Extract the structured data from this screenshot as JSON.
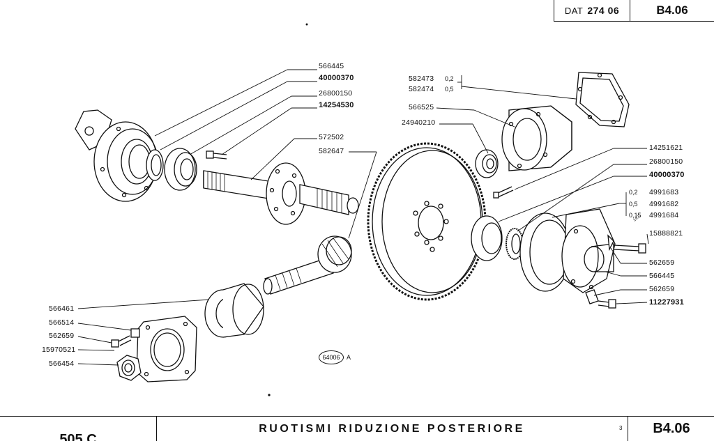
{
  "header": {
    "dat_label": "DAT",
    "dat_number": "274 06",
    "code": "B4.06"
  },
  "footer": {
    "model": "505 C",
    "title": "RUOTISMI RIDUZIONE POSTERIORE",
    "page": "3",
    "code": "B4.06"
  },
  "stamp": {
    "ref": "64006",
    "suffix": "A"
  },
  "labels_left_top": [
    "566445",
    "40000370",
    "26800150",
    "14254530",
    "572502",
    "582647"
  ],
  "labels_top_mid": {
    "a": "582473",
    "a_opt": "0,2",
    "b": "582474",
    "b_opt": "0,5",
    "c": "566525",
    "d": "24940210"
  },
  "labels_right": {
    "r1": "14251621",
    "r2": "26800150",
    "r3": "40000370",
    "s1_opt": "0,2",
    "s1": "4991683",
    "s2_opt": "0,5",
    "s2": "4991682",
    "s3_opt": "0,15",
    "s3": "4991684",
    "r4": "15888821",
    "r5": "562659",
    "r6": "566445",
    "r7": "562659",
    "r8": "11227931"
  },
  "labels_left_bottom": [
    "566461",
    "566514",
    "562659",
    "15970521",
    "566454"
  ]
}
